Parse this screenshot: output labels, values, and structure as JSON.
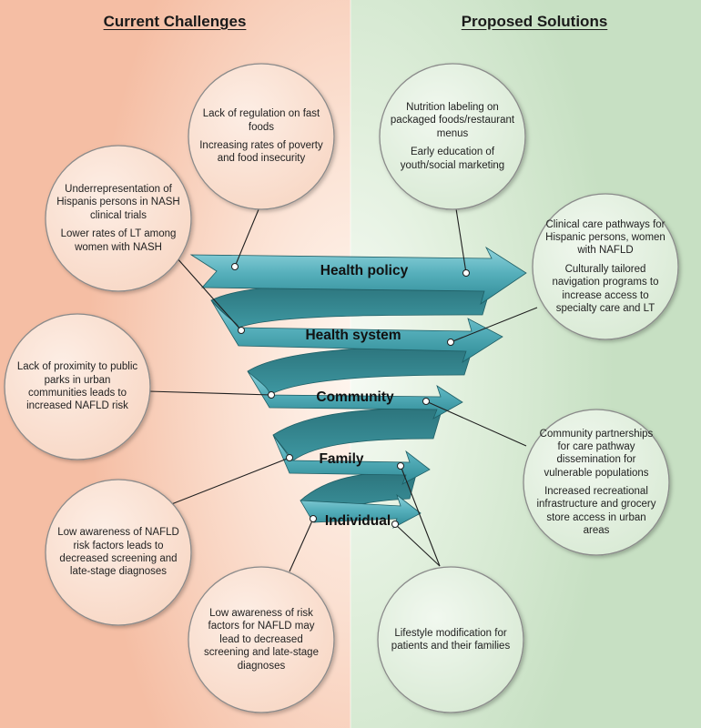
{
  "headings": {
    "left": "Current Challenges",
    "right": "Proposed Solutions"
  },
  "levels": [
    "Health policy",
    "Health system",
    "Community",
    "Family",
    "Individual"
  ],
  "challenges": [
    [
      "Lack of regulation on fast foods",
      "Increasing rates of poverty and food insecurity"
    ],
    [
      "Underrepresentation of Hispanis persons in NASH clinical trials",
      "Lower rates of LT among women with NASH"
    ],
    [
      "Lack of proximity to public parks in urban communities leads to increased NAFLD risk"
    ],
    [
      "Low awareness of NAFLD risk factors leads to decreased screening and late-stage diagnoses"
    ],
    [
      "Low awareness of risk factors for NAFLD may lead to decreased screening and late-stage diagnoses"
    ]
  ],
  "solutions": [
    [
      "Nutrition labeling on packaged foods/restaurant menus",
      "Early education of youth/social marketing"
    ],
    [
      "Clinical care pathways for Hispanic persons, women with NAFLD",
      "Culturally tailored navigation programs to increase access to specialty care and LT"
    ],
    [
      "Community partnerships for care pathway dissemination for vulnerable populations",
      "Increased recreational infrastructure and grocery store access in urban areas"
    ],
    [
      "Lifestyle modification for patients and their families"
    ]
  ],
  "colors": {
    "left_panel": "#f6c3ab",
    "right_panel": "#cfe5cc",
    "bubble_left": "#fbe1d3",
    "bubble_right": "#e4f0e1",
    "ribbon_front": "#5fb6c1",
    "ribbon_back": "#2f7f88",
    "bubble_stroke": "#8a8a8a"
  }
}
